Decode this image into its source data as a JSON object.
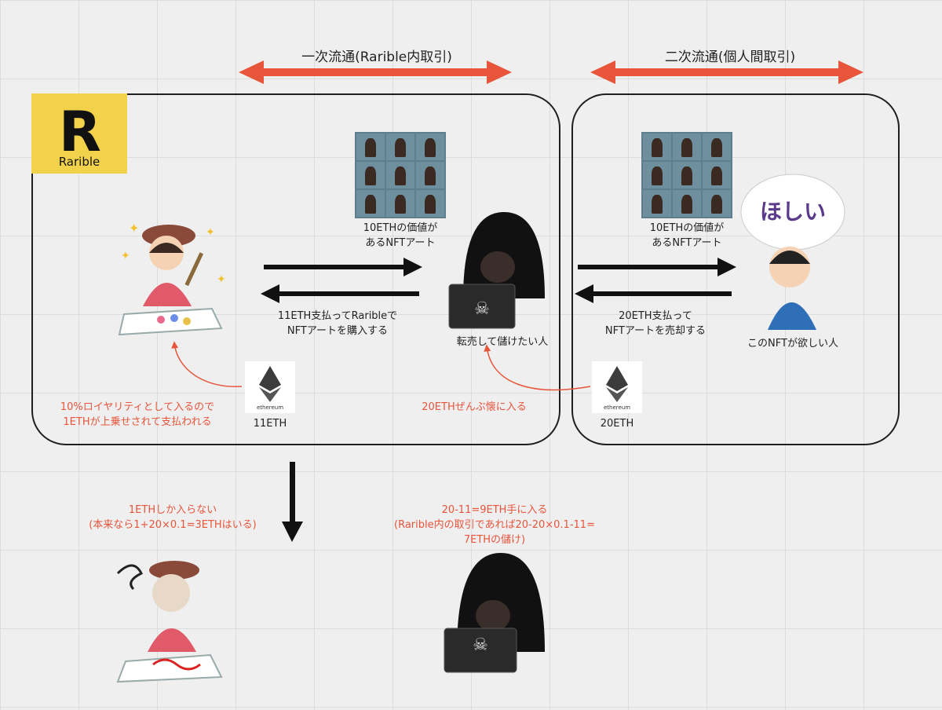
{
  "headings": {
    "primary": "一次流通(Rarible内取引)",
    "secondary": "二次流通(個人間取引)"
  },
  "logo": {
    "letter": "R",
    "name": "Rarible"
  },
  "nft_caption_left": "10ETHの価値が\nあるNFTアート",
  "nft_caption_right": "10ETHの価値が\nあるNFTアート",
  "arrow_label_left": "11ETH支払ってRaribleで\nNFTアートを購入する",
  "arrow_label_right": "20ETH支払って\nNFTアートを売却する",
  "reseller_label": "転売して儲けたい人",
  "buyer_label": "このNFTが欲しい人",
  "buyer_bubble": "ほしい",
  "royalty_note": "10%ロイヤリティとして入るので\n1ETHが上乗せされて支払われる",
  "eth_left_amount": "11ETH",
  "eth_right_amount": "20ETH",
  "eth_logo_text": "ethereum",
  "reseller_gain_note": "20ETHぜんぶ懐に入る",
  "artist_result": "1ETHしか入らない\n(本来なら1+20×0.1=3ETHはいる)",
  "reseller_result": "20-11=9ETH手に入る\n(Rarible内の取引であれば20-20×0.1-11=\n7ETHの儲け)",
  "skull_glyph": "☠",
  "colors": {
    "accent_red": "#e8553b",
    "logo_yellow": "#f2d24b",
    "line_black": "#1f1f1f",
    "bubble_text": "#5b3a8c"
  }
}
